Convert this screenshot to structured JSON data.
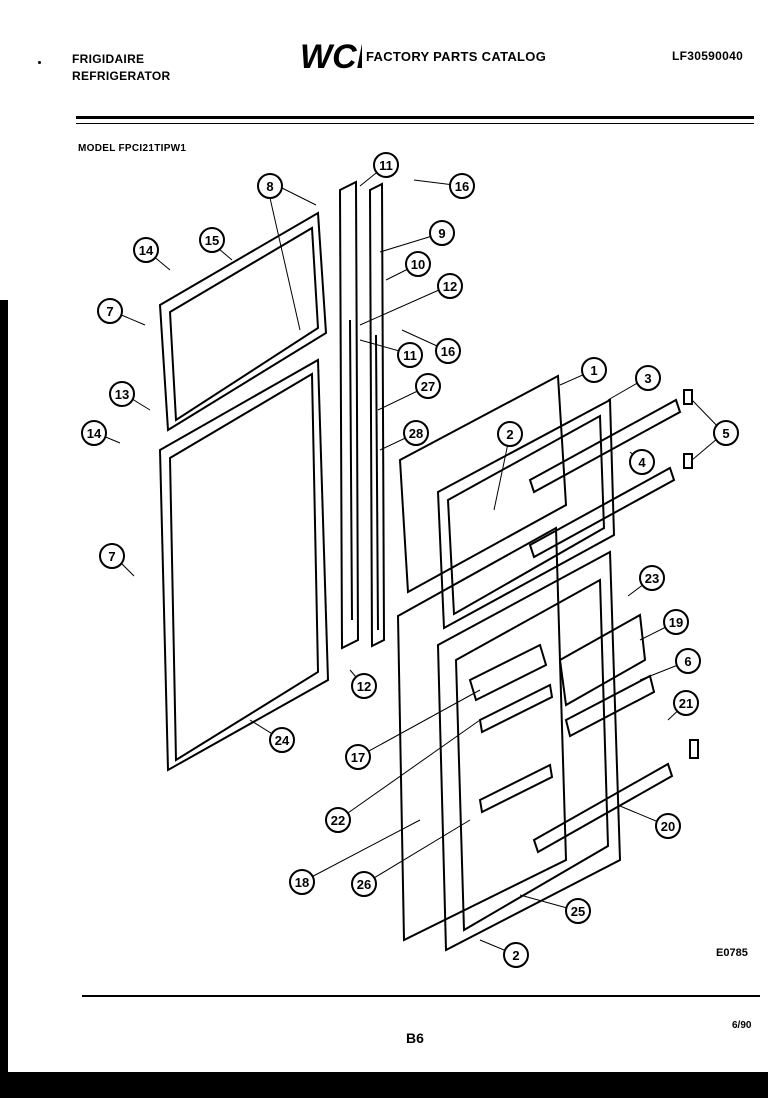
{
  "header": {
    "brand_line1": "FRIGIDAIRE",
    "brand_line2": "REFRIGERATOR",
    "logo_text": "WCI",
    "catalog_title": "FACTORY PARTS CATALOG",
    "part_number": "LF30590040",
    "model": "MODEL FPCI21TIPW1"
  },
  "diagram": {
    "callouts": [
      "11",
      "16",
      "8",
      "9",
      "10",
      "14",
      "15",
      "12",
      "7",
      "16",
      "11",
      "1",
      "3",
      "27",
      "13",
      "14",
      "28",
      "2",
      "5",
      "4",
      "7",
      "23",
      "19",
      "6",
      "12",
      "21",
      "24",
      "17",
      "20",
      "22",
      "18",
      "26",
      "25",
      "2"
    ]
  },
  "footer": {
    "figure_ref": "E0785",
    "page_number": "B6",
    "date": "6/90"
  },
  "colors": {
    "ink": "#000000",
    "paper": "#ffffff"
  }
}
